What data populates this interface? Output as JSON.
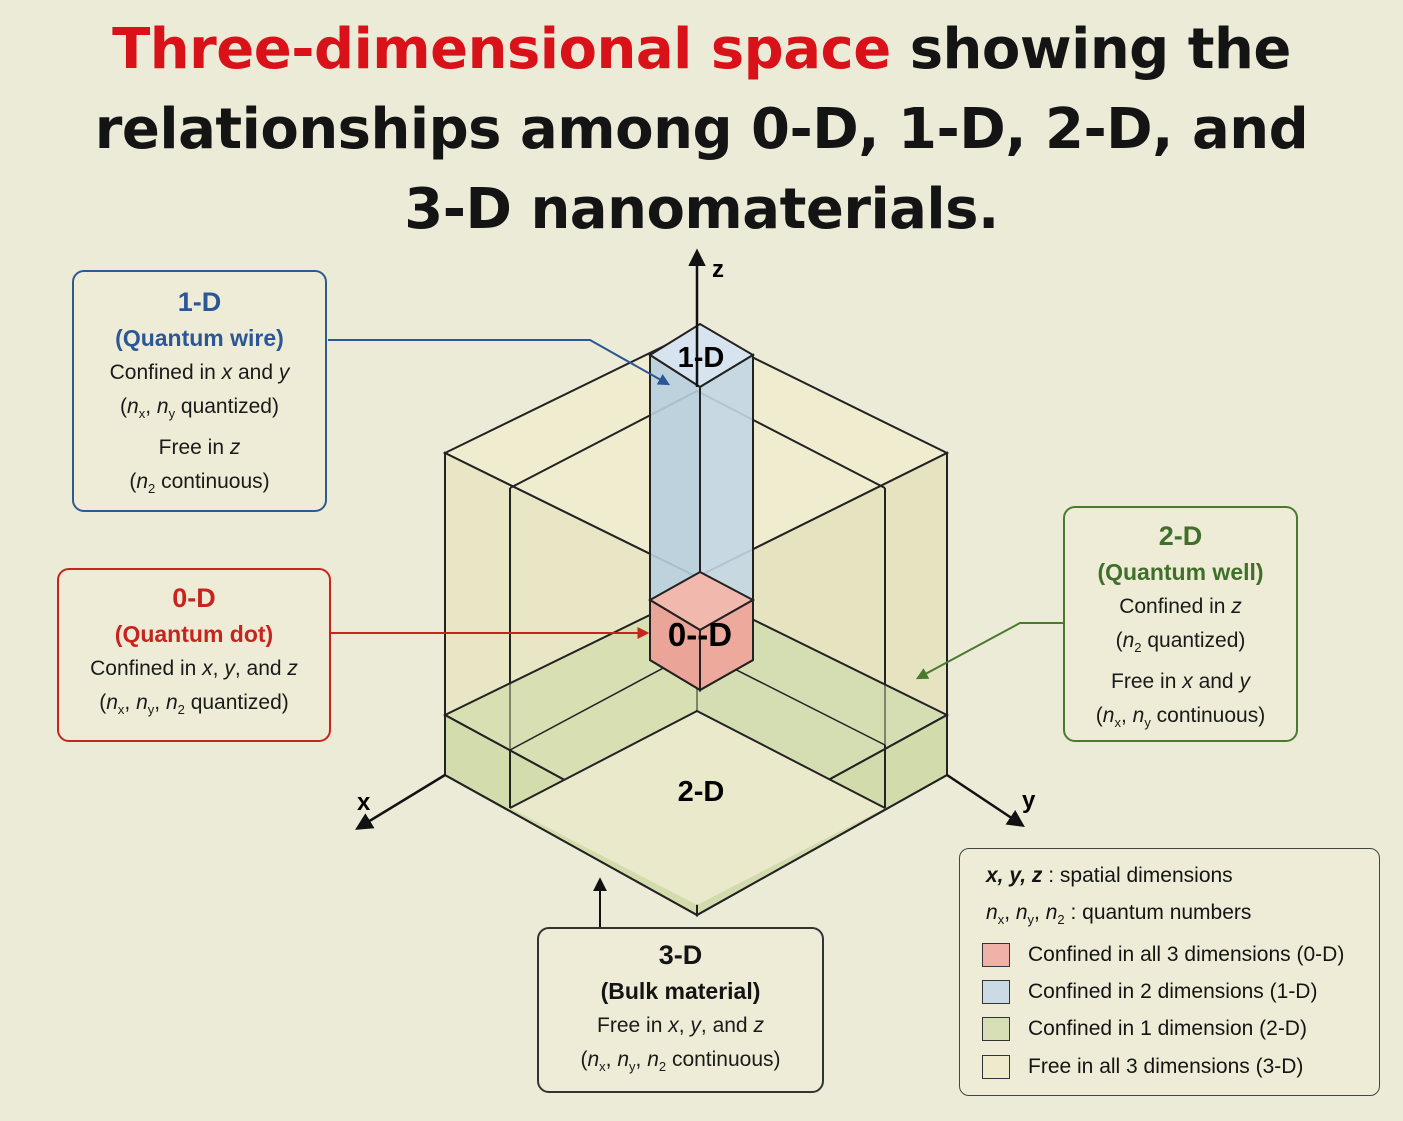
{
  "title": {
    "highlight": "Three-dimensional space",
    "rest_line1": " showing the",
    "line2": "relationships among 0-D, 1-D, 2-D, and",
    "line3": "3-D  nanomaterials."
  },
  "axes": {
    "x": "x",
    "y": "y",
    "z": "z"
  },
  "diagram_labels": {
    "one_d": "1-D",
    "zero_d": "0--D",
    "two_d": "2-D"
  },
  "cards": {
    "one_d": {
      "head": "1-D",
      "sub": "(Quantum wire)",
      "l1_pre": "Confined in ",
      "l1_a": "x",
      "l1_mid": " and ",
      "l1_b": "y",
      "l2_open": "(",
      "l2_a": "n",
      "l2_a_sub": "x",
      "l2_sep": ", ",
      "l2_b": "n",
      "l2_b_sub": "y",
      "l2_post": " quantized)",
      "l3_pre": "Free in ",
      "l3_a": "z",
      "l4_open": "(",
      "l4_a": "n",
      "l4_a_sub": "2",
      "l4_post": " continuous)"
    },
    "zero_d": {
      "head": "0-D",
      "sub": "(Quantum dot)",
      "l1_pre": "Confined in ",
      "l1_a": "x",
      "l1_s1": ", ",
      "l1_b": "y",
      "l1_s2": ", and ",
      "l1_c": "z",
      "l2_open": "(",
      "l2_a": "n",
      "l2_a_sub": "x",
      "l2_s1": ", ",
      "l2_b": "n",
      "l2_b_sub": "y",
      "l2_s2": ", ",
      "l2_c": "n",
      "l2_c_sub": "2",
      "l2_post": " quantized)"
    },
    "two_d": {
      "head": "2-D",
      "sub": "(Quantum well)",
      "l1_pre": "Confined in ",
      "l1_a": "z",
      "l2_open": "(",
      "l2_a": "n",
      "l2_a_sub": "2",
      "l2_post": " quantized)",
      "l3_pre": "Free in ",
      "l3_a": "x",
      "l3_mid": " and ",
      "l3_b": "y",
      "l4_open": "(",
      "l4_a": "n",
      "l4_a_sub": "x",
      "l4_sep": ", ",
      "l4_b": "n",
      "l4_b_sub": "y",
      "l4_post": " continuous)"
    },
    "three_d": {
      "head": "3-D",
      "sub": "(Bulk material)",
      "l1_pre": "Free in ",
      "l1_a": "x",
      "l1_s1": ", ",
      "l1_b": "y",
      "l1_s2": ", and ",
      "l1_c": "z",
      "l2_open": "(",
      "l2_a": "n",
      "l2_a_sub": "x",
      "l2_s1": ", ",
      "l2_b": "n",
      "l2_b_sub": "y",
      "l2_s2": ", ",
      "l2_c": "n",
      "l2_c_sub": "2",
      "l2_post": " continuous)"
    }
  },
  "legend": {
    "row1_vars": "x, y, z",
    "row1_text": " : spatial dimensions",
    "row2_n": "n",
    "row2_x": "x",
    "row2_y": "y",
    "row2_2": "2",
    "row2_sep": ", ",
    "row2_text": " : quantum numbers",
    "items": [
      {
        "label": "Confined in all 3 dimensions (0-D)",
        "color": "#efb2a8"
      },
      {
        "label": "Confined in 2 dimensions (1-D)",
        "color": "#cbdbe6"
      },
      {
        "label": "Confined in 1 dimension (2-D)",
        "color": "#d6dfb6"
      },
      {
        "label": "Free in all 3 dimensions (3-D)",
        "color": "#eeebcc"
      }
    ]
  },
  "colors": {
    "title_highlight": "#d9121a",
    "one_d": "#2b5797",
    "zero_d": "#c8241f",
    "two_d": "#3f6f28",
    "background": "#ecebd8"
  }
}
